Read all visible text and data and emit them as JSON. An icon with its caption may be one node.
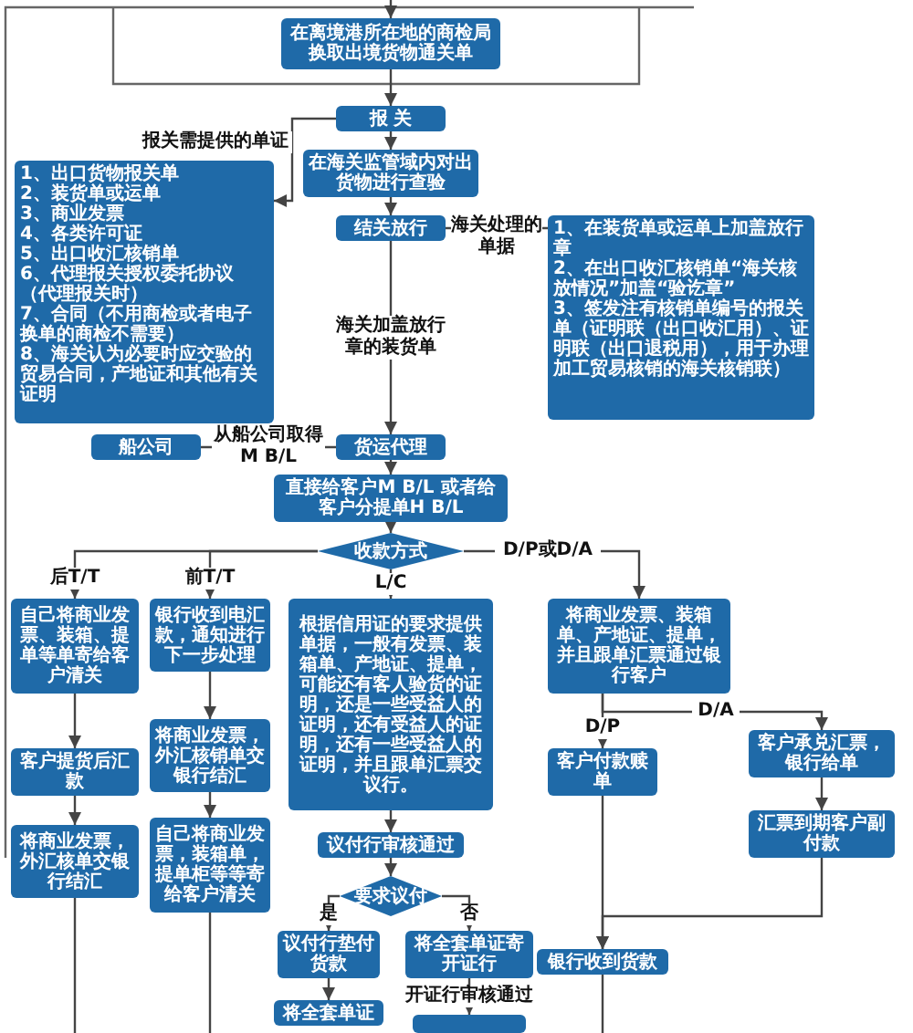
{
  "diagram": {
    "nodes": [
      {
        "text": [
          "在离境港所在地的商检局换取出境货物通关单"
        ]
      },
      {
        "text": [
          "报 关"
        ]
      },
      {
        "text": [
          "1、出口货物报关单",
          "2、装货单或运单",
          "3、商业发票",
          "4、各类许可证",
          "5、出口收汇核销单",
          "6、代理报关授权委托协议（代理报关时）",
          "7、合同（不用商检或者电子换单的商检不需要）",
          "8、海关认为必要时应交验的贸易合同，产地证和其他有关证明"
        ]
      },
      {
        "text": [
          "在海关监管域内对出货物进行查验"
        ]
      },
      {
        "text": [
          "结关放行"
        ]
      },
      {
        "text": [
          "1、在装货单或运单上加盖放行章",
          "2、在出口收汇核销单“海关核放情况”加盖“验讫章”",
          "3、签发注有核销单编号的报关单（证明联（出口收汇用）、证明联（出口退税用），用于办理加工贸易核销的海关核销联）"
        ]
      },
      {
        "text": [
          "货运代理"
        ]
      },
      {
        "text": [
          "船公司"
        ]
      },
      {
        "text": [
          "直接给客户M B/L 或者给客户分提单H B/L"
        ]
      },
      {
        "text": [
          "收款方式"
        ]
      },
      {
        "text": [
          "自己将商业发票、装箱、提单等单寄给客户清关"
        ]
      },
      {
        "text": [
          "银行收到电汇款，通知进行下一步处理"
        ]
      },
      {
        "text": [
          "根据信用证的要求提供单据，一般有发票、装箱单、产地证、提单，可能还有客人验货的证明，还是一些受益人的证明，还有受益人的证明，还有一些受益人的证明，并且跟单汇票交议行。"
        ]
      },
      {
        "text": [
          "将商业发票、装箱单、产地证、提单，并且跟单汇票通过银行客户"
        ]
      },
      {
        "text": [
          "客户提货后汇款"
        ]
      },
      {
        "text": [
          "将商业发票，外汇核销单交银行结汇"
        ]
      },
      {
        "text": [
          "将商业发票，外汇核单交银行结汇"
        ]
      },
      {
        "text": [
          "自己将商业发票，装箱单，提单柜等等寄给客户清关"
        ]
      },
      {
        "text": [
          "议付行审核通过"
        ]
      },
      {
        "text": [
          "要求议付"
        ]
      },
      {
        "text": [
          "客户承兑汇票，银行给单"
        ]
      },
      {
        "text": [
          "客户付款赎单"
        ]
      },
      {
        "text": [
          "汇票到期客户副付款"
        ]
      },
      {
        "text": [
          "议付行垫付货款"
        ]
      },
      {
        "text": [
          "将全套单证寄开证行"
        ]
      },
      {
        "text": [
          "银行收到货款"
        ]
      },
      {
        "text": [
          "将全套单证"
        ]
      },
      {
        "text": [],
        "shape": "box"
      }
    ],
    "edges": [
      {
        "from": null,
        "to": 0,
        "arrow": "to"
      },
      {
        "from": 0,
        "to": 1,
        "arrow": "to"
      },
      {
        "from": 1,
        "to": 2,
        "arrow": "to",
        "label": "报关需提供的单证"
      },
      {
        "from": 1,
        "to": 3,
        "arrow": "to"
      },
      {
        "from": 3,
        "to": 4,
        "arrow": "to"
      },
      {
        "from": 4,
        "to": 5,
        "arrow": "none",
        "label": "海关处理的单据"
      },
      {
        "from": 4,
        "to": 6,
        "arrow": "to",
        "label": "海关加盖放行章的装货单"
      },
      {
        "from": 7,
        "to": 6,
        "arrow": "none",
        "label": "从船公司取得M B/L"
      },
      {
        "from": 6,
        "to": 8,
        "arrow": "to"
      },
      {
        "from": 8,
        "to": 9,
        "arrow": "to"
      },
      {
        "from": 9,
        "to": 10,
        "arrow": "to",
        "label": "后T/T"
      },
      {
        "from": 9,
        "to": 11,
        "arrow": "to",
        "label": "前T/T"
      },
      {
        "from": 9,
        "to": 12,
        "arrow": "to",
        "label": "L/C"
      },
      {
        "from": 9,
        "to": 13,
        "arrow": "to",
        "label": "D/P或D/A"
      },
      {
        "from": 10,
        "to": 14,
        "arrow": "to"
      },
      {
        "from": 11,
        "to": 15,
        "arrow": "to"
      },
      {
        "from": 14,
        "to": 16,
        "arrow": "to"
      },
      {
        "from": 15,
        "to": 17,
        "arrow": "to"
      },
      {
        "from": 16,
        "to": null,
        "arrow": "none"
      },
      {
        "from": 17,
        "to": null,
        "arrow": "none"
      },
      {
        "from": 12,
        "to": 18,
        "arrow": "to"
      },
      {
        "from": 18,
        "to": 19,
        "arrow": "to"
      },
      {
        "from": 19,
        "to": 23,
        "arrow": "to",
        "label": "是"
      },
      {
        "from": 19,
        "to": 24,
        "arrow": "to",
        "label": "否"
      },
      {
        "from": 23,
        "to": 26,
        "arrow": "to"
      },
      {
        "from": 24,
        "to": 27,
        "arrow": "to",
        "label": "开证行审核通过"
      },
      {
        "from": 13,
        "to": 21,
        "arrow": "to",
        "label": "D/P"
      },
      {
        "from": 13,
        "to": 20,
        "arrow": "to",
        "label": "D/A"
      },
      {
        "from": 20,
        "to": 22,
        "arrow": "to"
      },
      {
        "from": 21,
        "to": 25,
        "arrow": "to"
      },
      {
        "from": 22,
        "to": 25,
        "arrow": "to"
      },
      {
        "from": 25,
        "to": null,
        "arrow": "none"
      }
    ]
  }
}
